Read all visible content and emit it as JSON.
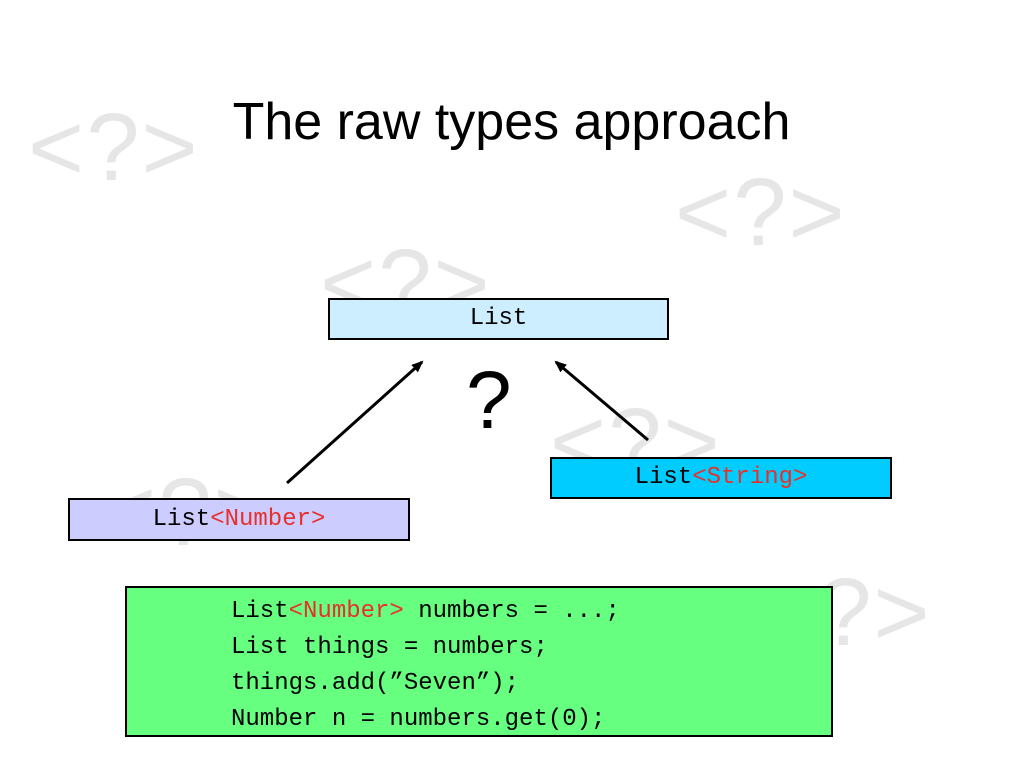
{
  "title": "The raw types approach",
  "watermark": "<?>",
  "boxes": {
    "list": {
      "label": "List"
    },
    "string": {
      "base": "List",
      "param": "<String>"
    },
    "number": {
      "base": "List",
      "param": "<Number>"
    }
  },
  "question": "?",
  "code": {
    "line1": {
      "a": "List",
      "b": "<Number>",
      "c": " numbers = ...;"
    },
    "line2": "List things = numbers;",
    "line3": "things.add(”Seven”);",
    "line4": "Number n = numbers.get(0);"
  },
  "colors": {
    "list_box": "#cceeff",
    "string_box": "#00ccff",
    "number_box": "#ccccff",
    "code_box": "#66ff80",
    "type_param": "#e8302b",
    "watermark": "#e6e6e6"
  }
}
